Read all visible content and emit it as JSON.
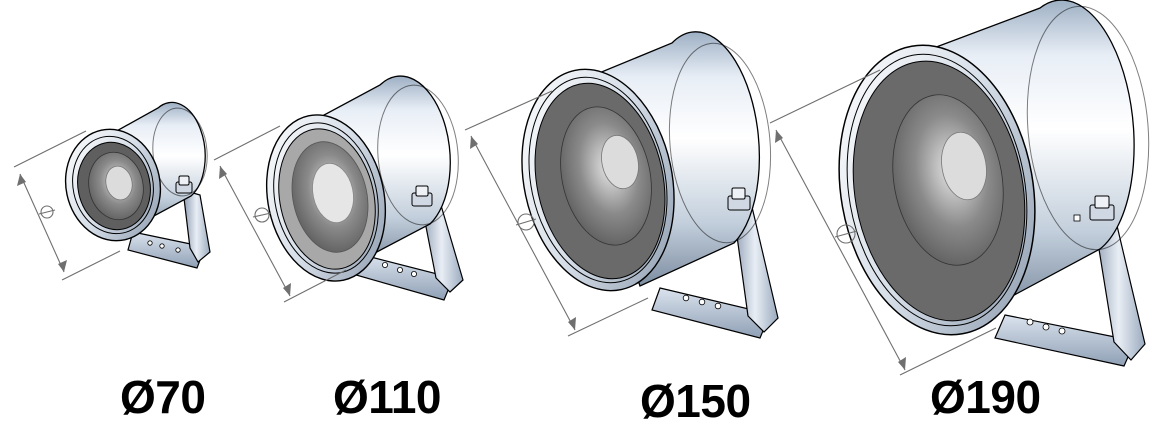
{
  "lights": [
    {
      "label": "Ø70"
    },
    {
      "label": "Ø110"
    },
    {
      "label": "Ø150"
    },
    {
      "label": "Ø190"
    }
  ],
  "colors": {
    "housing_light": "#f4f7fb",
    "housing_mid": "#c7d3e0",
    "housing_dark": "#7f8fa3",
    "lens_dark": "#6e6e6e",
    "lens_light": "#d9d9d9",
    "outline": "#000000",
    "dimension": "#6f6f6f"
  },
  "icons": {
    "diameter_symbol": "circle-with-slash-icon"
  }
}
